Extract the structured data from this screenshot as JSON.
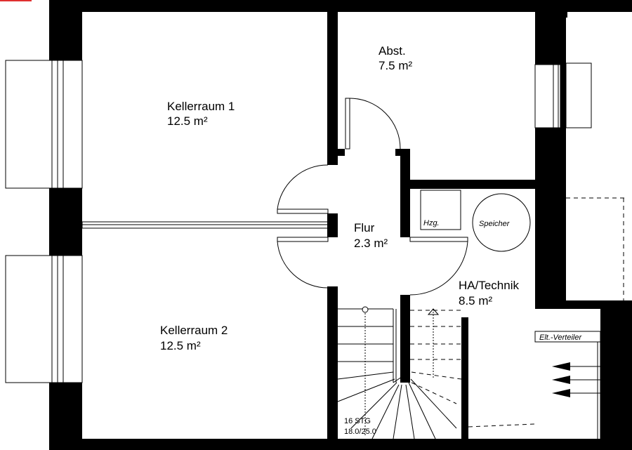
{
  "rooms": {
    "kellerraum1": {
      "name": "Kellerraum 1",
      "area": "12.5 m²"
    },
    "kellerraum2": {
      "name": "Kellerraum 2",
      "area": "12.5 m²"
    },
    "abst": {
      "name": "Abst.",
      "area": "7.5 m²"
    },
    "flur": {
      "name": "Flur",
      "area": "2.3 m²"
    },
    "technik": {
      "name": "HA/Technik",
      "area": "8.5 m²"
    }
  },
  "fixtures": {
    "heating": "Hzg.",
    "storage_tank": "Speicher",
    "electrical_panel": "Elt.-Verteiler"
  },
  "stairs": {
    "steps": "16 STG",
    "ratio": "18.0/25.0"
  },
  "colors": {
    "wall": "#000000",
    "background": "#ffffff",
    "top_accent": "#e03030"
  }
}
